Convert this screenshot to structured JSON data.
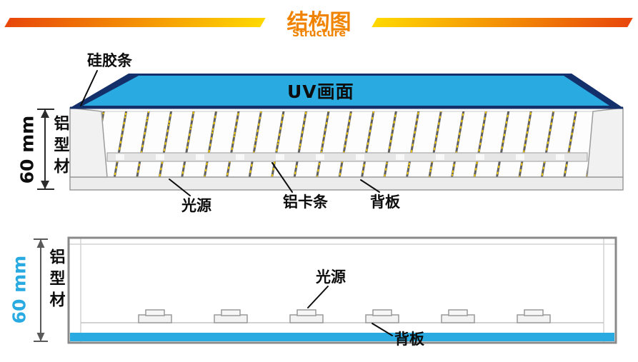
{
  "header": {
    "title": "结构图",
    "subtitle": "Structure"
  },
  "colors": {
    "accent_orange": "#f08300",
    "gradient_left": "#e8470b",
    "gradient_right": "#ffd800",
    "panel_blue": "#29abe2",
    "edge_navy": "#14306b",
    "led_yellow": "#ffd400"
  },
  "perspective_view": {
    "surface_label": "UV画面",
    "silicone_strip_label": "硅胶条",
    "height_label": "60 mm",
    "aluminum_profile_label": "铝型材",
    "light_source_label": "光源",
    "aluminum_clip_label": "铝卡条",
    "back_panel_label": "背板"
  },
  "section_view": {
    "height_label": "60 mm",
    "aluminum_profile_label": "铝型材",
    "light_source_label": "光源",
    "back_panel_label": "背板"
  }
}
